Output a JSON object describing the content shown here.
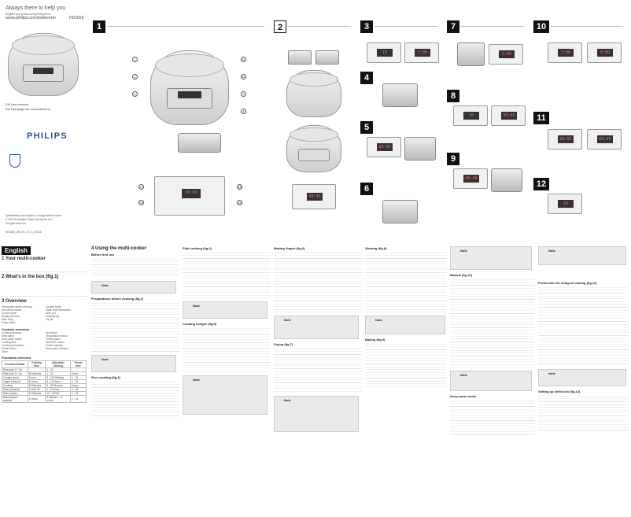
{
  "cover": {
    "tagline": "Always there to help you",
    "register_line": "Register your product and get support at",
    "url": "www.philips.com/welcome",
    "model": "HD3058",
    "lang_en": "EN  User manual",
    "lang_ru": "RU  Руководство пользователя",
    "brand": "PHILIPS",
    "spec_note": "Specifications are subject to change without notice",
    "copyright": "© 2014 Koninklijke Philips Electronics N.V.",
    "rights": "All rights reserved.",
    "code": "HD3058_UM_RU_V1.0_170216"
  },
  "steps": {
    "n1": "1",
    "n2": "2",
    "n3": "3",
    "n4": "4",
    "n5": "5",
    "n6": "6",
    "n7": "7",
    "n8": "8",
    "n9": "9",
    "n10": "10",
    "n11": "11",
    "n12": "12"
  },
  "displays": [
    "00:00",
    "00:45",
    "10",
    "1:00",
    "00:40",
    "6:00"
  ],
  "english": {
    "tab": "English",
    "s1": "1  Your multi-cooker",
    "s2": "2  What's in the box (fig.1)",
    "s3": "3  Overview",
    "functions": "Functions overview",
    "s4": "4  Using the multi-cooker",
    "before": "Before first use",
    "prep": "Preparations before cooking (fig.2)",
    "rice": "Rice cooking (fig.3)",
    "pilaf": "Pilaf cooking (fig.4)",
    "congee": "Cooking congee (fig.5)",
    "yogurt": "Making Yogurt (fig.6)",
    "frying": "Frying (fig.7)",
    "baking": "Baking (fig.9)",
    "stewing": "Stewing (fig.8)",
    "manual": "Manual (fig.10)",
    "preset": "Preset time for delayed cooking (fig.11)",
    "keepwarm": "Keep-warm mode",
    "cooktime": "Setting up child lock (fig.12)",
    "note": "Note"
  },
  "table": {
    "headers": [
      "Function Default",
      "Cooking time",
      "Adjustable cooking",
      "Preset time"
    ],
    "rows": [
      [
        "Rice (pad. D: 1h)",
        "-",
        "1 - 24",
        ""
      ],
      [
        "Pilaf (sub. D: 1h)",
        "50 minutes",
        "1 - 24",
        "Hours"
      ],
      [
        "Congee (pad.)",
        "1 hour",
        "5 - 120 Minutes",
        "1 - 24"
      ],
      [
        "Yogurt (default)",
        "8 Hours",
        "6 - 12 Hours",
        "1 - 24"
      ],
      [
        "Cooking",
        "25 Minutes",
        "5 - 60 Minutes",
        "Hours"
      ],
      [
        "Stew (Cpas/ra)",
        "1 Hour 20",
        "1 - 5 Hours",
        "1 - 24"
      ],
      [
        "Bake (mpac.)",
        "40 Minutes",
        "10 - 90 Min.",
        "1 - 24"
      ],
      [
        "Manual (pad. stadlwt)",
        "2 Hours",
        "5 Minutes - 12 hours",
        "1 - 24"
      ]
    ]
  },
  "overview": {
    "items_a": [
      "Detachable steam vent cap",
      "Lid release button",
      "Control panel",
      "Heating element",
      "Main body",
      "Power cable"
    ],
    "items_b": [
      "Cooked foods",
      "Water level indications",
      "Inner pot",
      "Sealing ring",
      "Top lid"
    ],
    "controls_title": "Controls overview",
    "controls_a": [
      "Cooking functions",
      "Keep warm",
      "Keep warm button",
      "Cooking time",
      "Cooking information",
      "Preset button",
      "Timer"
    ],
    "controls_b": [
      "Set button",
      "Temperature button",
      "Preset button",
      "Start/OFF button",
      "Preset indicator",
      "Keep warm indicator"
    ]
  },
  "colors": {
    "accent": "#111111",
    "rule": "#bdbdbd",
    "note_bg": "#eaeaea"
  }
}
